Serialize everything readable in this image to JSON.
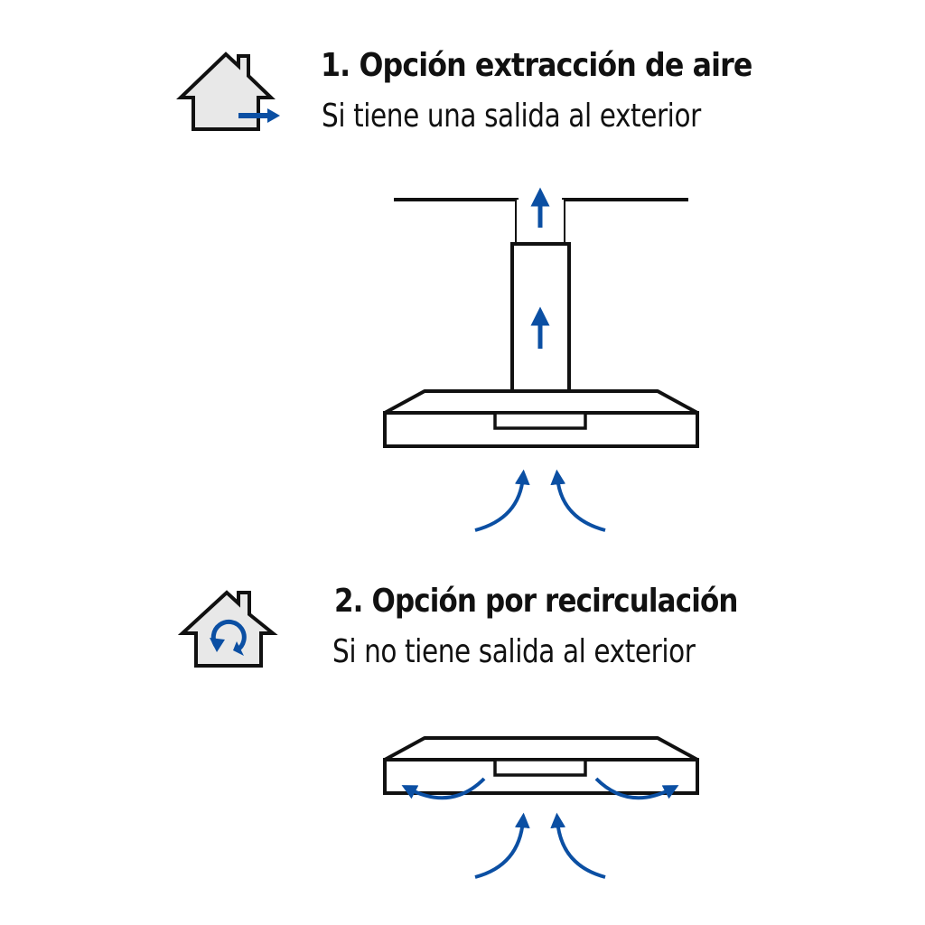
{
  "colors": {
    "accent": "#0b4fa3",
    "line": "#111111",
    "house_fill": "#e8e8e8",
    "background": "#ffffff"
  },
  "option1": {
    "title": "1. Opción extracción de aire",
    "subtitle": "Si tiene una salida al exterior",
    "icon": "house-exhaust-icon"
  },
  "option2": {
    "title": "2. Opción por recirculación",
    "subtitle": "Si no tiene salida al exterior",
    "icon": "house-recirculation-icon"
  }
}
